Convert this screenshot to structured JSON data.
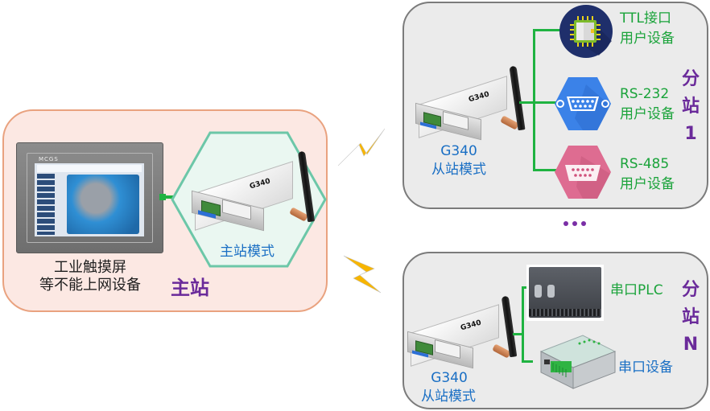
{
  "master": {
    "hmi_brand": "MCGS",
    "hmi_caption_line1": "工业触摸屏",
    "hmi_caption_line2": "等不能上网设备",
    "device_model": "G340",
    "device_mode": "主站模式",
    "station_label": "主站"
  },
  "slave1": {
    "device_model": "G340",
    "device_caption_line1": "G340",
    "device_caption_line2": "从站模式",
    "station_label_chars": [
      "分",
      "站",
      "1"
    ],
    "endpoints": [
      {
        "icon": "chip-icon",
        "line1": "TTL接口",
        "line2": "用户设备",
        "color": "#1f2f6b"
      },
      {
        "icon": "rs232-db9-icon",
        "line1": "RS-232",
        "line2": "用户设备",
        "color": "#3b82e8"
      },
      {
        "icon": "rs485-db9-icon",
        "line1": "RS-485",
        "line2": "用户设备",
        "color": "#de6c91"
      }
    ]
  },
  "ellipsis": "•••",
  "slaveN": {
    "device_model": "G340",
    "device_caption_line1": "G340",
    "device_caption_line2": "从站模式",
    "station_label_chars": [
      "分",
      "站",
      "N"
    ],
    "endpoints": [
      {
        "icon": "plc-icon",
        "label": "串口PLC"
      },
      {
        "icon": "serial-device-icon",
        "label": "串口设备"
      }
    ]
  },
  "colors": {
    "link_green": "#1fb341",
    "wireless_bolt": "#f7b500",
    "station_purple": "#6a2a9a",
    "mode_blue": "#1a6fc4",
    "endpoint_green": "#1aa33a"
  }
}
